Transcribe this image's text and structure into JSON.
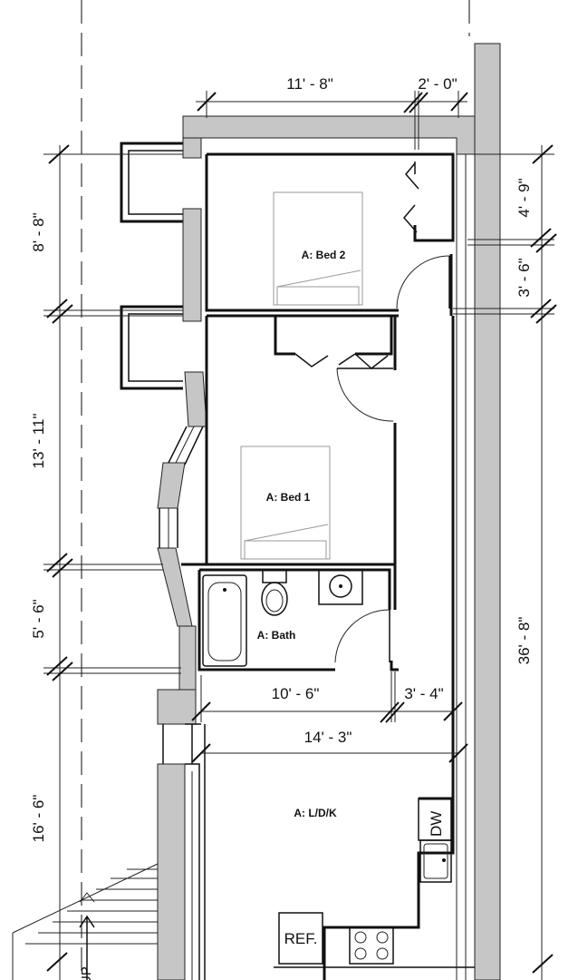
{
  "dimensions": {
    "top_width": "11' - 8\"",
    "top_closet": "2' - 0\"",
    "left_bed2": "8' - 8\"",
    "left_bed1": "13' - 11\"",
    "left_bath": "5' - 6\"",
    "left_ldk": "16' - 6\"",
    "right_closet": "4' - 9\"",
    "right_door": "3' - 6\"",
    "right_total": "36' - 8\"",
    "mid_bath": "10' - 6\"",
    "mid_hall": "3' - 4\"",
    "ldk_width": "14' - 3\""
  },
  "rooms": {
    "bed2": "A: Bed 2",
    "bed1": "A: Bed 1",
    "bath": "A: Bath",
    "ldk": "A: L/D/K"
  },
  "fixtures": {
    "dishwasher": "DW",
    "refrigerator": "REF.",
    "stair_label": "UP"
  }
}
